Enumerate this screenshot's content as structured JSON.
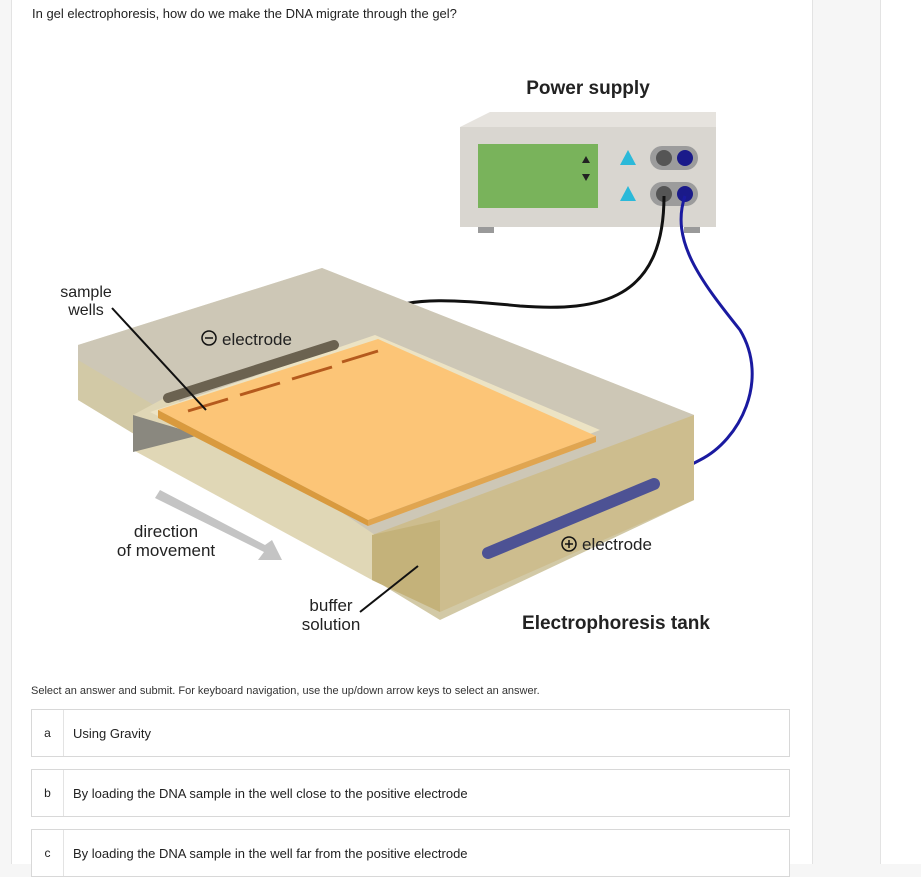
{
  "question": "In gel electrophoresis, how do we make the DNA migrate through the gel?",
  "diagram": {
    "power_supply": "Power supply",
    "sample_wells_line1": "sample",
    "sample_wells_line2": "wells",
    "neg_electrode": "electrode",
    "pos_electrode": "electrode",
    "direction_line1": "direction",
    "direction_line2": "of movement",
    "buffer_line1": "buffer",
    "buffer_line2": "solution",
    "tank": "Electrophoresis tank"
  },
  "instruction": "Select an answer and submit. For keyboard navigation, use the up/down arrow keys to select an answer.",
  "options": [
    {
      "letter": "a",
      "text": "Using Gravity"
    },
    {
      "letter": "b",
      "text": "By loading the DNA sample in the well close to the positive electrode"
    },
    {
      "letter": "c",
      "text": "By loading the DNA sample in the well far from the positive electrode"
    }
  ]
}
